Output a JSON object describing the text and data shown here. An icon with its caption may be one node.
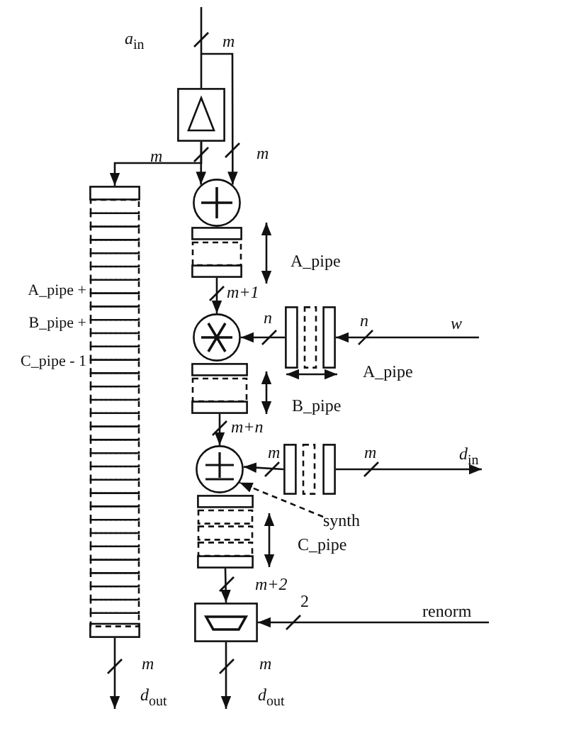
{
  "diagram": {
    "nodes": [
      {
        "text": [],
        "shape": "box"
      },
      {
        "text": [],
        "shape": "bar",
        "beside": [
          "A_pipe +",
          "B_pipe +",
          "C_pipe - 1"
        ]
      },
      {
        "text": [],
        "shape": "circle"
      },
      {
        "text": [],
        "shape": "bar"
      },
      {
        "text": [],
        "shape": "circle"
      },
      {
        "text": [],
        "shape": "bar"
      },
      {
        "text": [],
        "shape": "bar"
      },
      {
        "text": [],
        "shape": "circle"
      },
      {
        "text": [],
        "shape": "bar"
      },
      {
        "text": [],
        "shape": "bar"
      },
      {
        "text": [],
        "shape": "box"
      },
      {
        "text": [
          "synth"
        ]
      }
    ],
    "edges": [
      {
        "from": null,
        "to": 0,
        "arrow": "none",
        "label": "*a*$_{in}$"
      },
      {
        "from": null,
        "to": 2,
        "arrow": "to",
        "label": "m"
      },
      {
        "from": 0,
        "to": 2,
        "arrow": "to"
      },
      {
        "from": 0,
        "to": 1,
        "arrow": "to",
        "label": "m"
      },
      {
        "from": 3,
        "to": 4,
        "arrow": "to",
        "label": "m+1"
      },
      {
        "from": null,
        "to": 5,
        "arrow": "to",
        "label": "w"
      },
      {
        "from": 5,
        "to": 4,
        "arrow": "to",
        "label": "n"
      },
      {
        "from": 6,
        "to": 7,
        "arrow": "to",
        "label": "m+n"
      },
      {
        "from": 8,
        "to": 7,
        "arrow": "to",
        "label": "m"
      },
      {
        "from": 8,
        "to": null,
        "arrow": "to",
        "label": "*d*$_{in}$"
      },
      {
        "from": 11,
        "to": 7,
        "arrow": "to",
        "style": "dashed"
      },
      {
        "from": 9,
        "to": 10,
        "arrow": "to",
        "label": "m+2"
      },
      {
        "from": null,
        "to": 10,
        "arrow": "to",
        "label": "renorm"
      },
      {
        "from": 10,
        "to": null,
        "arrow": "to",
        "label": "*d*$_{out}$"
      },
      {
        "from": 1,
        "to": null,
        "arrow": "to",
        "label": "*d*$_{out}$"
      }
    ],
    "labels": [
      "m",
      "A_pipe",
      "n",
      "A_pipe",
      "B_pipe",
      "m",
      "C_pipe",
      "2",
      "m",
      "m"
    ]
  }
}
